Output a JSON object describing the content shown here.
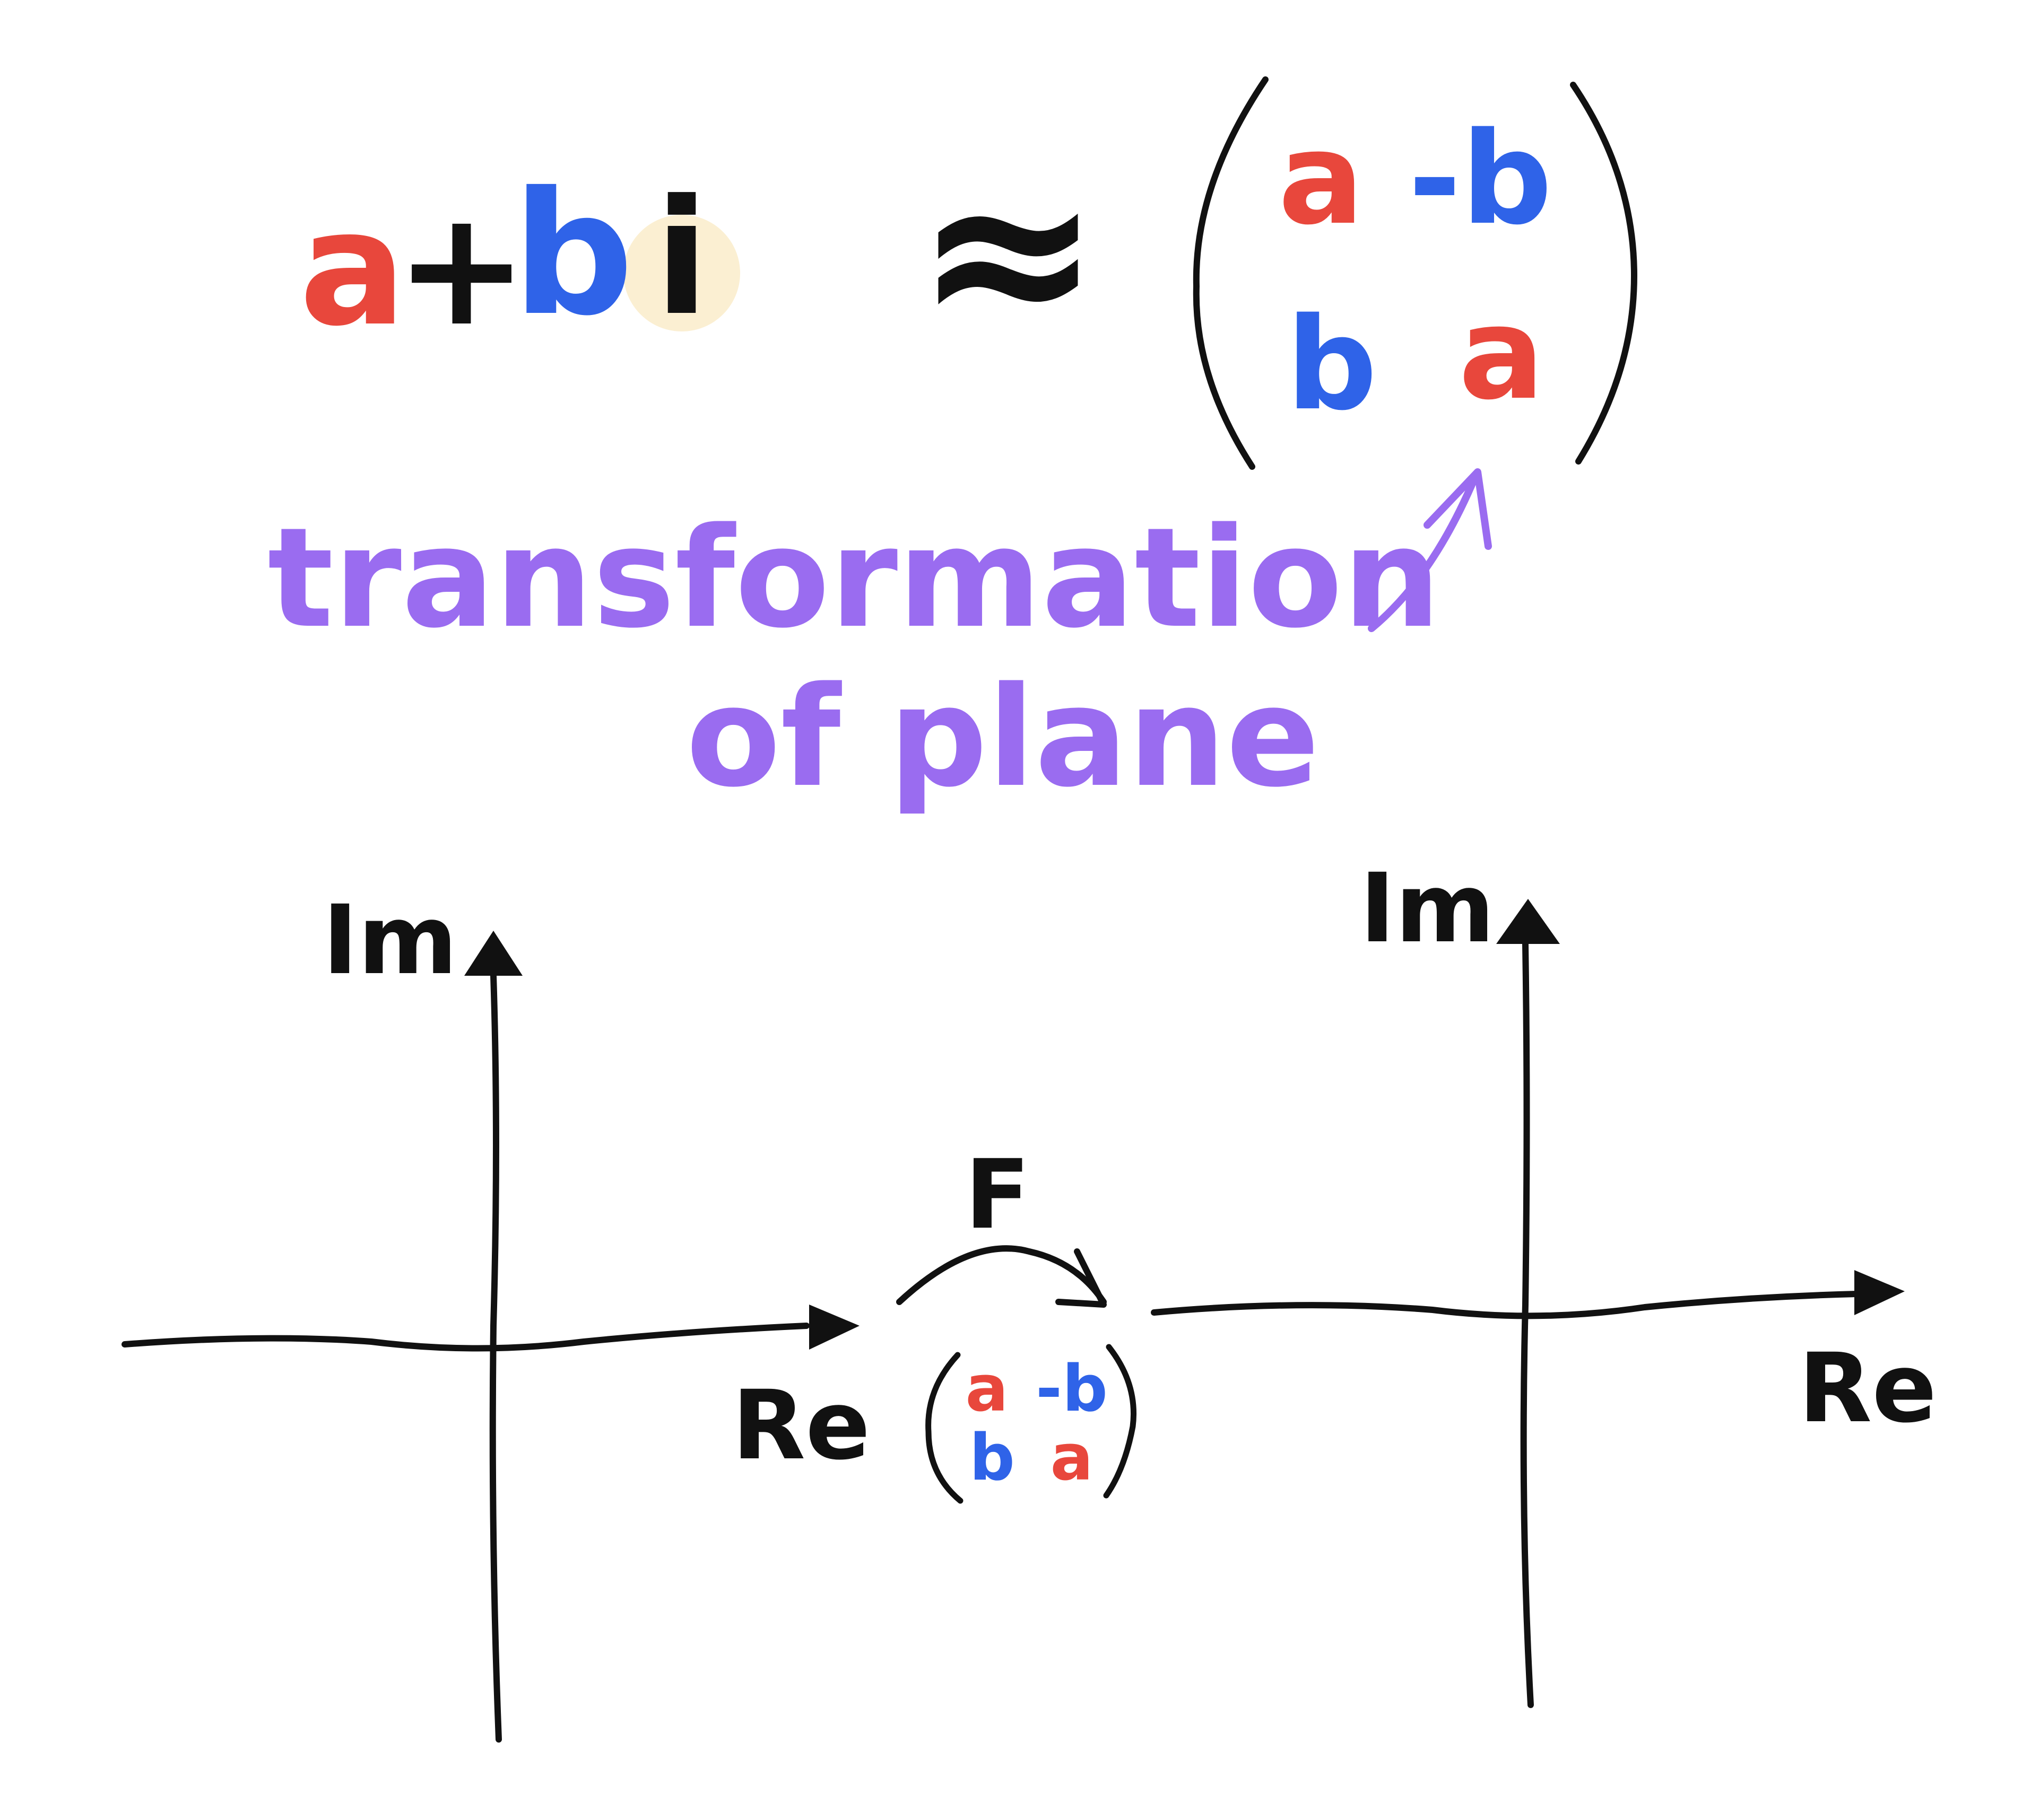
{
  "colors": {
    "black": "#111111",
    "red": "#e8473c",
    "blue": "#2f63e8",
    "purple": "#9a6cf0",
    "highlight": "#fbefd2"
  },
  "equation": {
    "a": "a",
    "plus": "+",
    "b": "b",
    "i": "i",
    "approx": "≈"
  },
  "matrix": {
    "a11": "a",
    "a12": "-b",
    "a21": "b",
    "a22": "a"
  },
  "annotation": {
    "line1": "transformation",
    "line2": "of plane"
  },
  "left_plane": {
    "im_label": "Im",
    "re_label": "Re"
  },
  "right_plane": {
    "im_label": "Im",
    "re_label": "Re"
  },
  "map": {
    "label": "F",
    "a11": "a",
    "a12": "-b",
    "a21": "b",
    "a22": "a"
  }
}
